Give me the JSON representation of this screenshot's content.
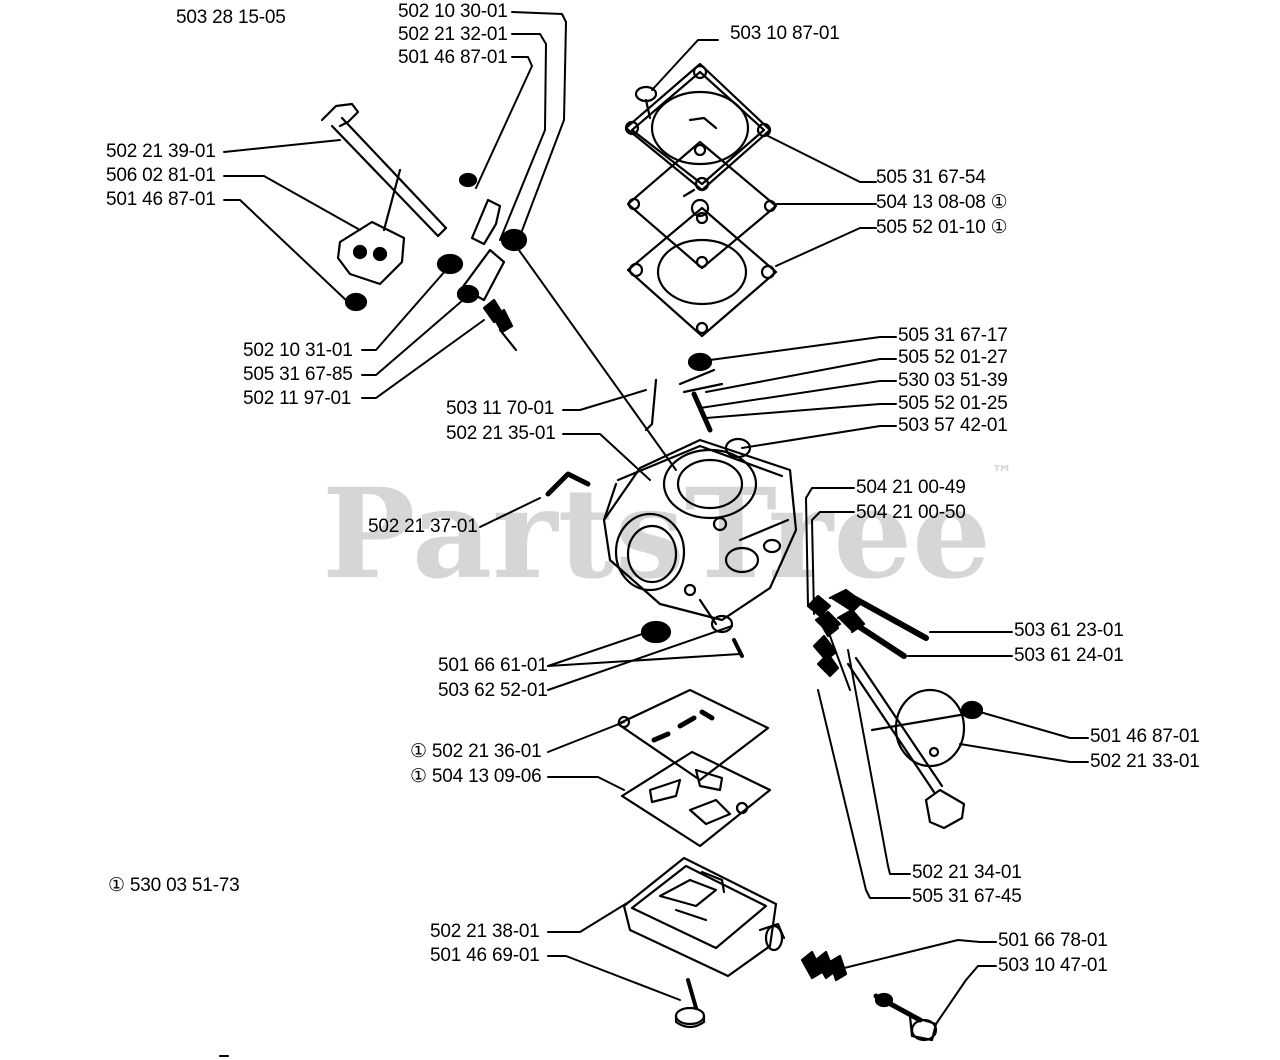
{
  "diagram_id": "503 28 15-05",
  "kit_note": "① 530 03 51-73",
  "watermark": "PartsTree",
  "watermark_tm": "™",
  "part_labels": {
    "p_502_10_30_01": "502 10 30-01",
    "p_502_21_32_01": "502 21 32-01",
    "p_501_46_87_01_top": "501 46 87-01",
    "p_503_10_87_01": "503 10 87-01",
    "p_502_21_39_01": "502 21 39-01",
    "p_506_02_81_01": "506 02 81-01",
    "p_501_46_87_01_left": "501 46 87-01",
    "p_505_31_67_54": "505 31 67-54",
    "p_504_13_08_08": "504 13 08-08 ①",
    "p_505_52_01_10": "505 52 01-10 ①",
    "p_502_10_31_01": "502 10 31-01",
    "p_505_31_67_85": "505 31 67-85",
    "p_502_11_97_01": "502 11 97-01",
    "p_505_31_67_17": "505 31 67-17",
    "p_505_52_01_27": "505 52 01-27",
    "p_530_03_51_39": "530 03 51-39",
    "p_505_52_01_25": "505 52 01-25",
    "p_503_57_42_01": "503 57 42-01",
    "p_503_11_70_01": "503 11 70-01",
    "p_502_21_35_01": "502 21 35-01",
    "p_504_21_00_49": "504 21 00-49",
    "p_504_21_00_50": "504 21 00-50",
    "p_502_21_37_01": "502 21 37-01",
    "p_503_61_23_01": "503 61 23-01",
    "p_503_61_24_01": "503 61 24-01",
    "p_501_66_61_01": "501 66 61-01",
    "p_503_62_52_01": "503 62 52-01",
    "p_501_46_87_01_right": "501 46 87-01",
    "p_502_21_33_01": "502 21 33-01",
    "p_502_21_36_01": "① 502 21 36-01",
    "p_504_13_09_06": "① 504 13 09-06",
    "p_502_21_34_01": "502 21 34-01",
    "p_505_31_67_45": "505 31 67-45",
    "p_502_21_38_01": "502 21 38-01",
    "p_501_46_69_01": "501 46 69-01",
    "p_501_66_78_01": "501 66 78-01",
    "p_503_10_47_01": "503 10 47-01"
  }
}
